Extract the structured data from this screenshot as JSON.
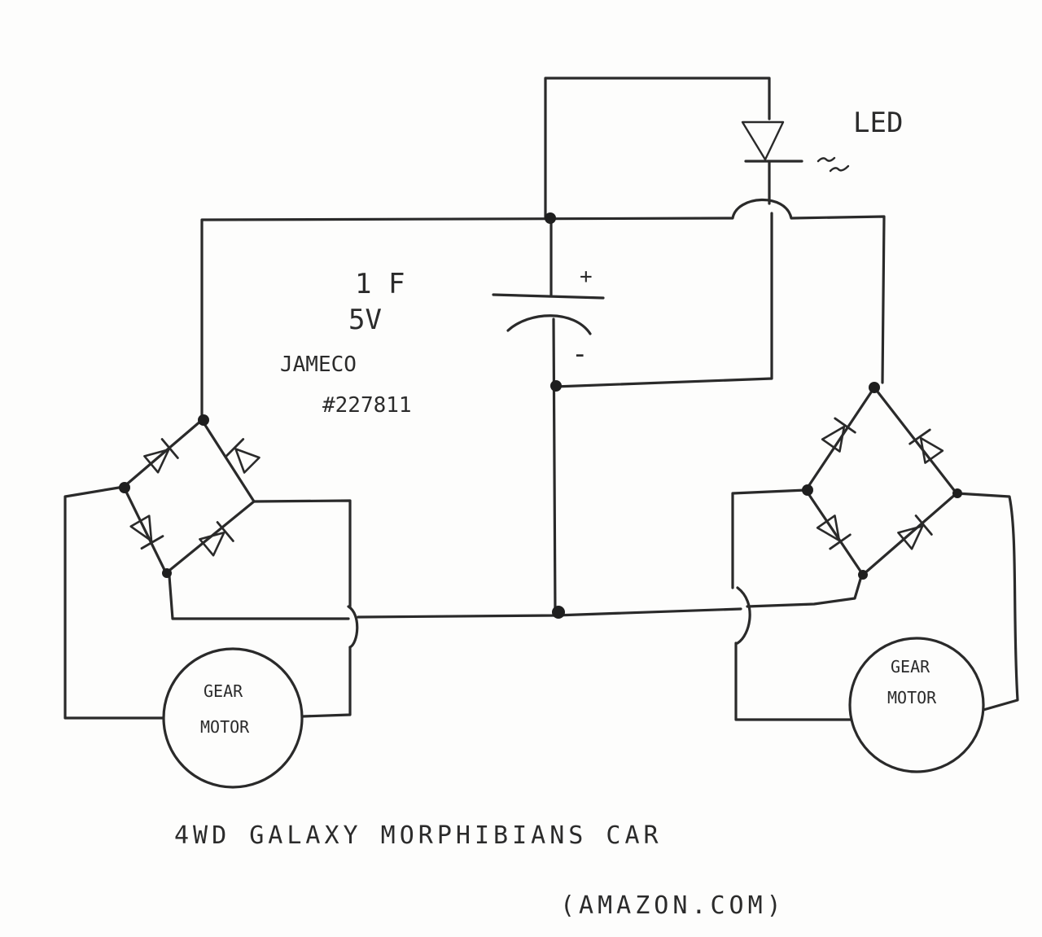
{
  "labels": {
    "led": "LED",
    "capacitance": "1 F",
    "voltage": "5V",
    "supplier": "JAMECO",
    "part_number": "#227811",
    "plus": "+",
    "minus": "-",
    "motor_left_line1": "GEAR",
    "motor_left_line2": "MOTOR",
    "motor_right_line1": "GEAR",
    "motor_right_line2": "MOTOR",
    "title_line1": "4WD GALAXY MORPHIBIANS CAR",
    "title_line2": "(AMAZON.COM)"
  }
}
